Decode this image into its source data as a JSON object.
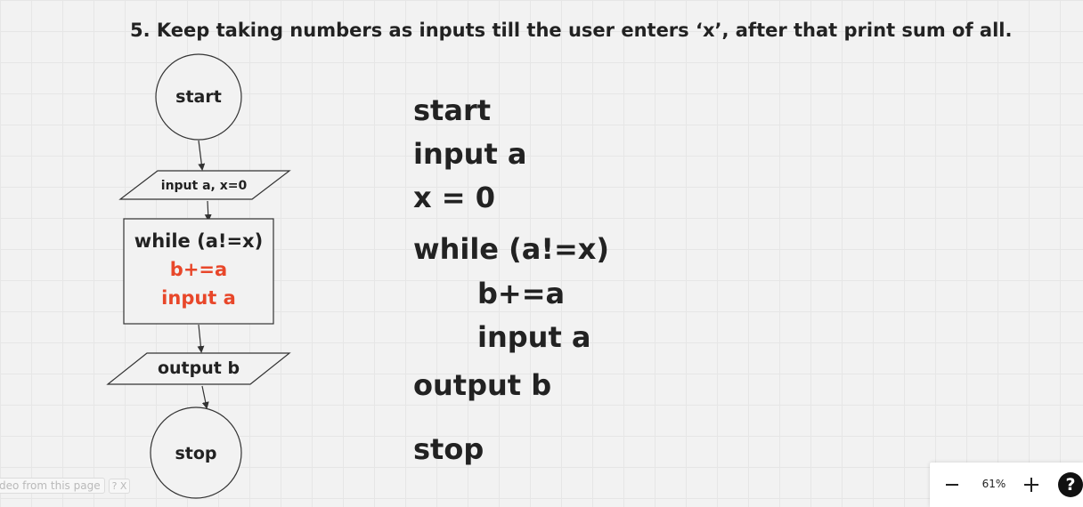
{
  "title": "5.  Keep taking numbers as inputs till the user enters ‘x’, after that print sum of all.",
  "flowchart": {
    "start": "start",
    "input": "input a, x=0",
    "loop_condition": "while (a!=x)",
    "loop_body_1": "b+=a",
    "loop_body_2": "input a",
    "output": "output b",
    "stop": "stop",
    "highlight_color": "#e8472a"
  },
  "pseudocode": {
    "line1": "start",
    "line2": "input a",
    "line3": "x = 0",
    "line4": "while (a!=x)",
    "line5": "b+=a",
    "line6": "input a",
    "line7": "output b",
    "line8": "stop"
  },
  "extension_hint": {
    "label": "deo from this page",
    "controls": "? X"
  },
  "zoom": {
    "level": "61%",
    "help": "?"
  }
}
